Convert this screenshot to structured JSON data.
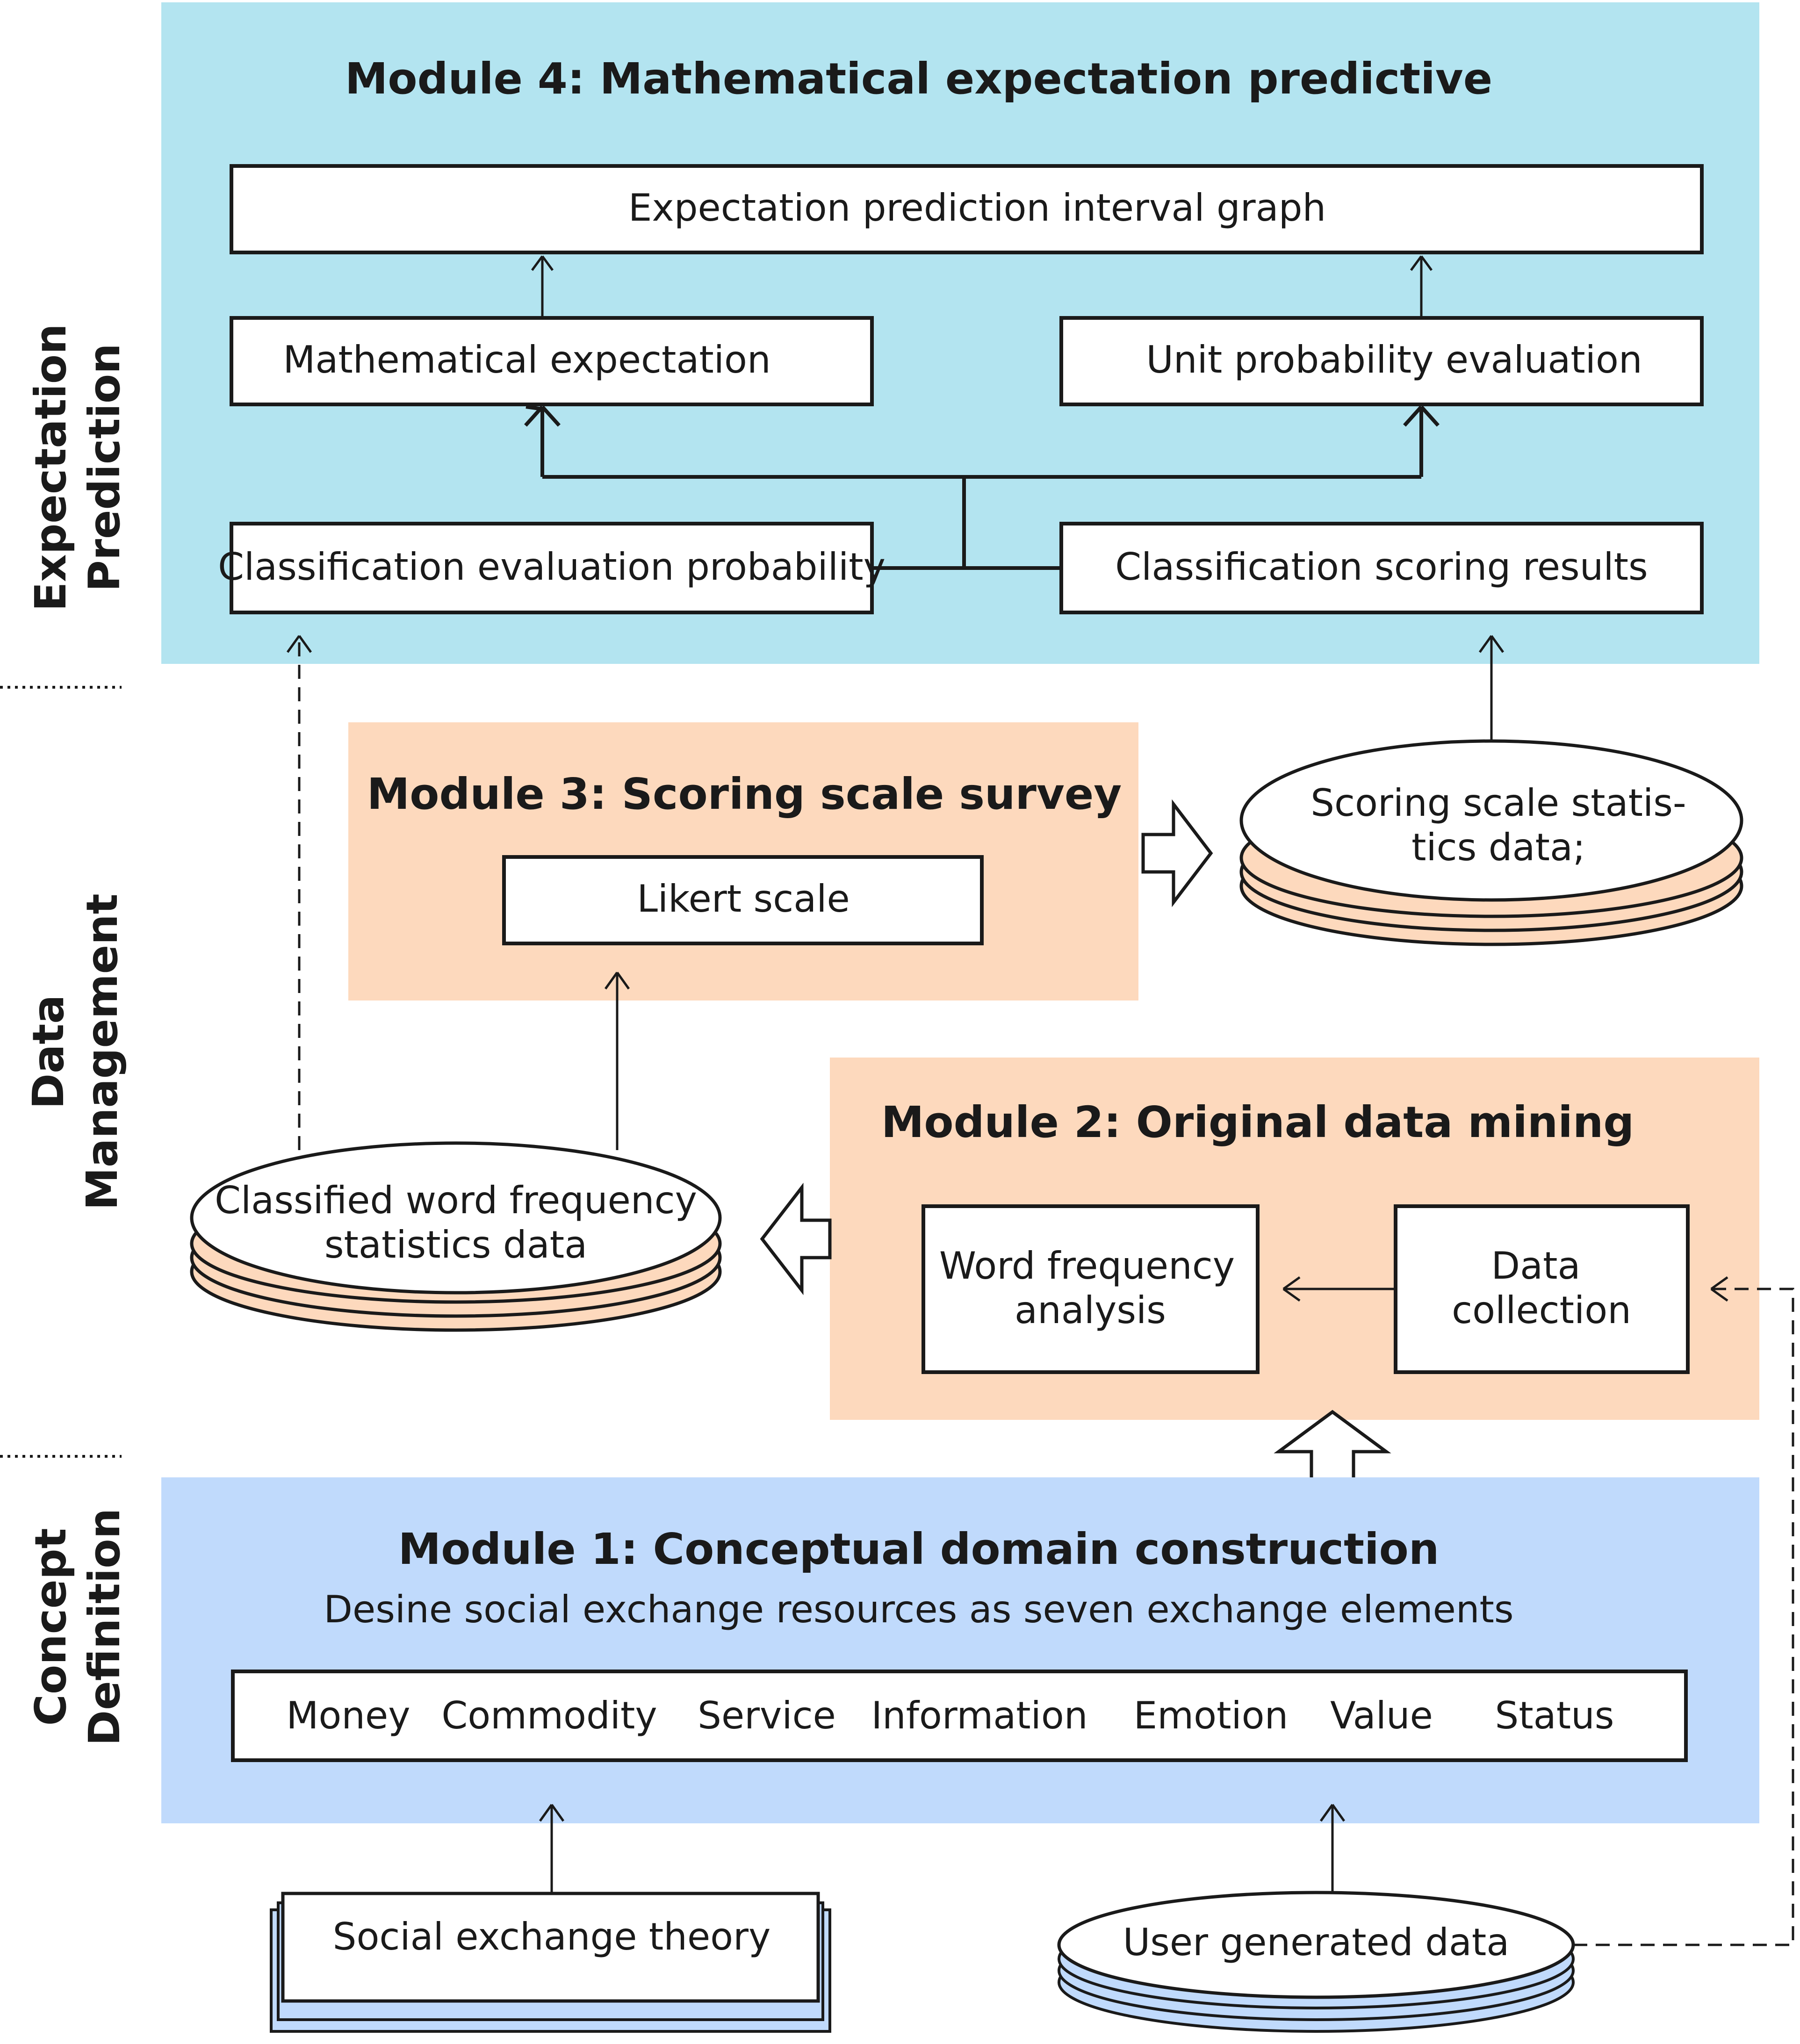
{
  "side_labels": {
    "expectation_line1": "Expectation",
    "expectation_line2": "Prediction",
    "data_line1": "Data",
    "data_line2": "Management",
    "concept_line1": "Concept",
    "concept_line2": "Definition"
  },
  "module4": {
    "title": "Module 4: Mathematical expectation predictive",
    "interval_graph": "Expectation prediction interval graph",
    "math_expectation": "Mathematical expectation",
    "unit_probability": "Unit probability evaluation",
    "classification_probability": "Classification evaluation probability",
    "classification_scoring": "Classification scoring  results"
  },
  "module3": {
    "title": "Module 3: Scoring scale survey",
    "likert": "Likert scale"
  },
  "scoring_data": {
    "line1": "Scoring scale statis-",
    "line2": "tics data;"
  },
  "module2": {
    "title": "Module 2: Original data mining",
    "word_freq_line1": "Word frequency",
    "word_freq_line2": "analysis",
    "data_collection_line1": "Data",
    "data_collection_line2": "collection"
  },
  "classified_data": {
    "line1": "Classified word frequency",
    "line2": "statistics data"
  },
  "module1": {
    "title": "Module 1: Conceptual domain construction",
    "subtitle": "Desine social exchange resources as seven exchange elements",
    "elements": [
      "Money",
      "Commodity",
      "Service",
      "Information",
      "Emotion",
      "Value",
      "Status"
    ]
  },
  "inputs": {
    "social_exchange_theory": "Social exchange theory",
    "user_generated_data": "User generated data"
  },
  "colors": {
    "module4_bg": "#b3e4f0",
    "module3_bg": "#fdd9bd",
    "module2_bg": "#fdd9bd",
    "module1_bg": "#c0dafc",
    "disk_orange": "#fdd9bd",
    "disk_blue": "#c0dafc",
    "line": "#1a1a1a"
  }
}
